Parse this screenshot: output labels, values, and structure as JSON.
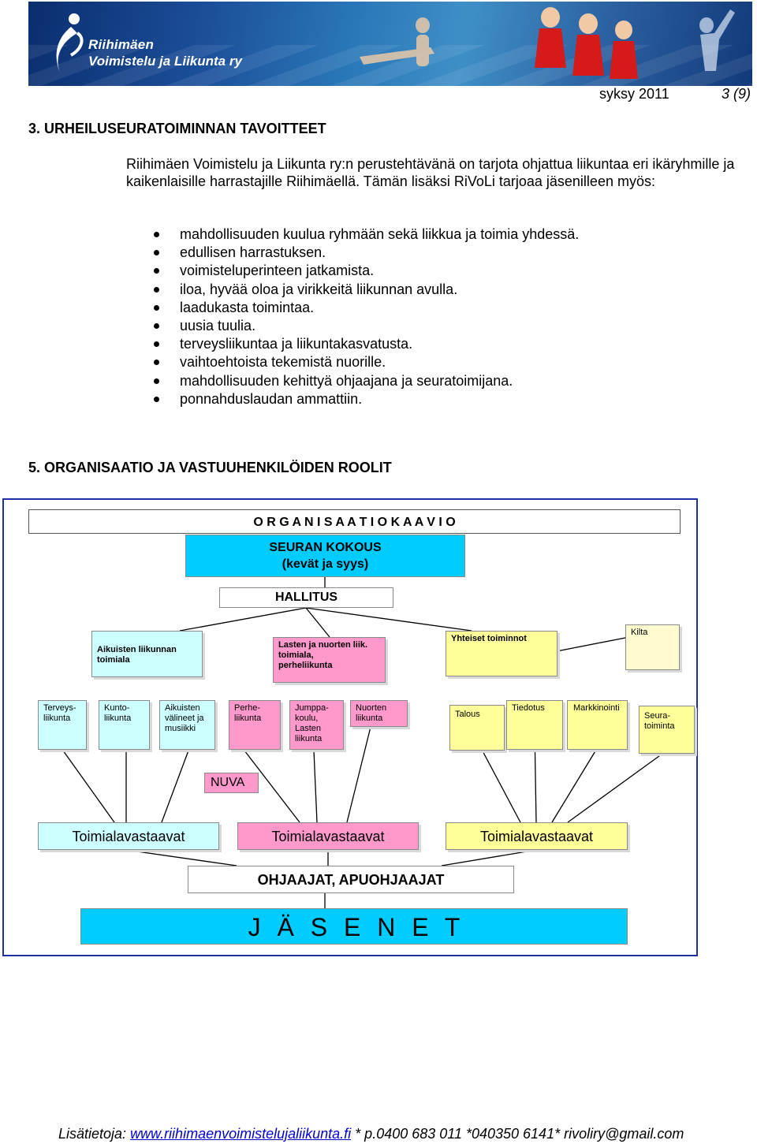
{
  "header": {
    "logo_line1": "Riihimäen",
    "logo_line2": "Voimistelu ja Liikunta ry",
    "term": "syksy 2011",
    "page": "3 (9)"
  },
  "section3": {
    "heading": "3. URHEILUSEURATOIMINNAN TAVOITTEET",
    "intro": "Riihimäen Voimistelu ja Liikunta ry:n perustehtävänä on tarjota ohjattua liikuntaa eri ikäryhmille ja kaikenlaisille harrastajille Riihimäellä. Tämän lisäksi RiVoLi tarjoaa jäsenilleen myös:",
    "goals": [
      "mahdollisuuden kuulua ryhmään sekä liikkua ja toimia yhdessä.",
      "edullisen harrastuksen.",
      "voimisteluperinteen jatkamista.",
      "iloa, hyvää oloa ja virikkeitä liikunnan avulla.",
      "laadukasta toimintaa.",
      "uusia tuulia.",
      "terveysliikuntaa ja liikuntakasvatusta.",
      "vaihtoehtoista tekemistä nuorille.",
      "mahdollisuuden kehittyä ohjaajana ja seuratoimijana.",
      "ponnahduslaudan ammattiin."
    ]
  },
  "section5": {
    "heading": "5. ORGANISAATIO JA VASTUUHENKILÖIDEN ROOLIT"
  },
  "org": {
    "title": "O R G A N I S A A T I O K A A V I O",
    "meeting_line1": "SEURAN KOKOUS",
    "meeting_line2": "(kevät ja syys)",
    "board": "HALLITUS",
    "adult_division_line1": "Aikuisten liikunnan",
    "adult_division_line2": "toimiala",
    "youth_division_line1": "Lasten ja nuorten liik.",
    "youth_division_line2": "toimiala,",
    "youth_division_line3": "perheliikunta",
    "common_functions": "Yhteiset toiminnot",
    "guild": "Kilta",
    "adult_units": [
      {
        "l1": "Terveys-",
        "l2": "liikunta",
        "l3": "",
        "l4": ""
      },
      {
        "l1": "Kunto-",
        "l2": "liikunta",
        "l3": "",
        "l4": ""
      },
      {
        "l1": "Aikuisten",
        "l2": "välineet ja",
        "l3": "musiikki",
        "l4": ""
      }
    ],
    "youth_units": [
      {
        "l1": "Perhe-",
        "l2": "liikunta",
        "l3": "",
        "l4": ""
      },
      {
        "l1": "Jumppa-",
        "l2": "koulu,",
        "l3": "Lasten",
        "l4": "liikunta"
      },
      {
        "l1": "Nuorten",
        "l2": "liikunta",
        "l3": "",
        "l4": ""
      }
    ],
    "common_units": [
      {
        "l1": "Talous",
        "l2": ""
      },
      {
        "l1": "Tiedotus",
        "l2": ""
      },
      {
        "l1": "Markkinointi",
        "l2": ""
      },
      {
        "l1": "Seura-",
        "l2": "toiminta"
      }
    ],
    "nuva": "NUVA",
    "managers_adult": "Toimialavastaavat",
    "managers_youth": "Toimialavastaavat",
    "managers_common": "Toimialavastaavat",
    "instructors": "OHJAAJAT, APUOHJAAJAT",
    "members": "J Ä S E N E T"
  },
  "footer": {
    "prefix": "Lisätietoja: ",
    "website": "www.riihimaenvoimistelujaliikunta.fi",
    "contacts": " * p.0400 683 011 *040350 6141* rivoliry@gmail.com"
  },
  "colors": {
    "adult": "#ccffff",
    "youth": "#ff99cc",
    "common": "#ffff99",
    "top": "#00ccff",
    "frame": "#1f2fa8",
    "link": "#0000cc"
  }
}
